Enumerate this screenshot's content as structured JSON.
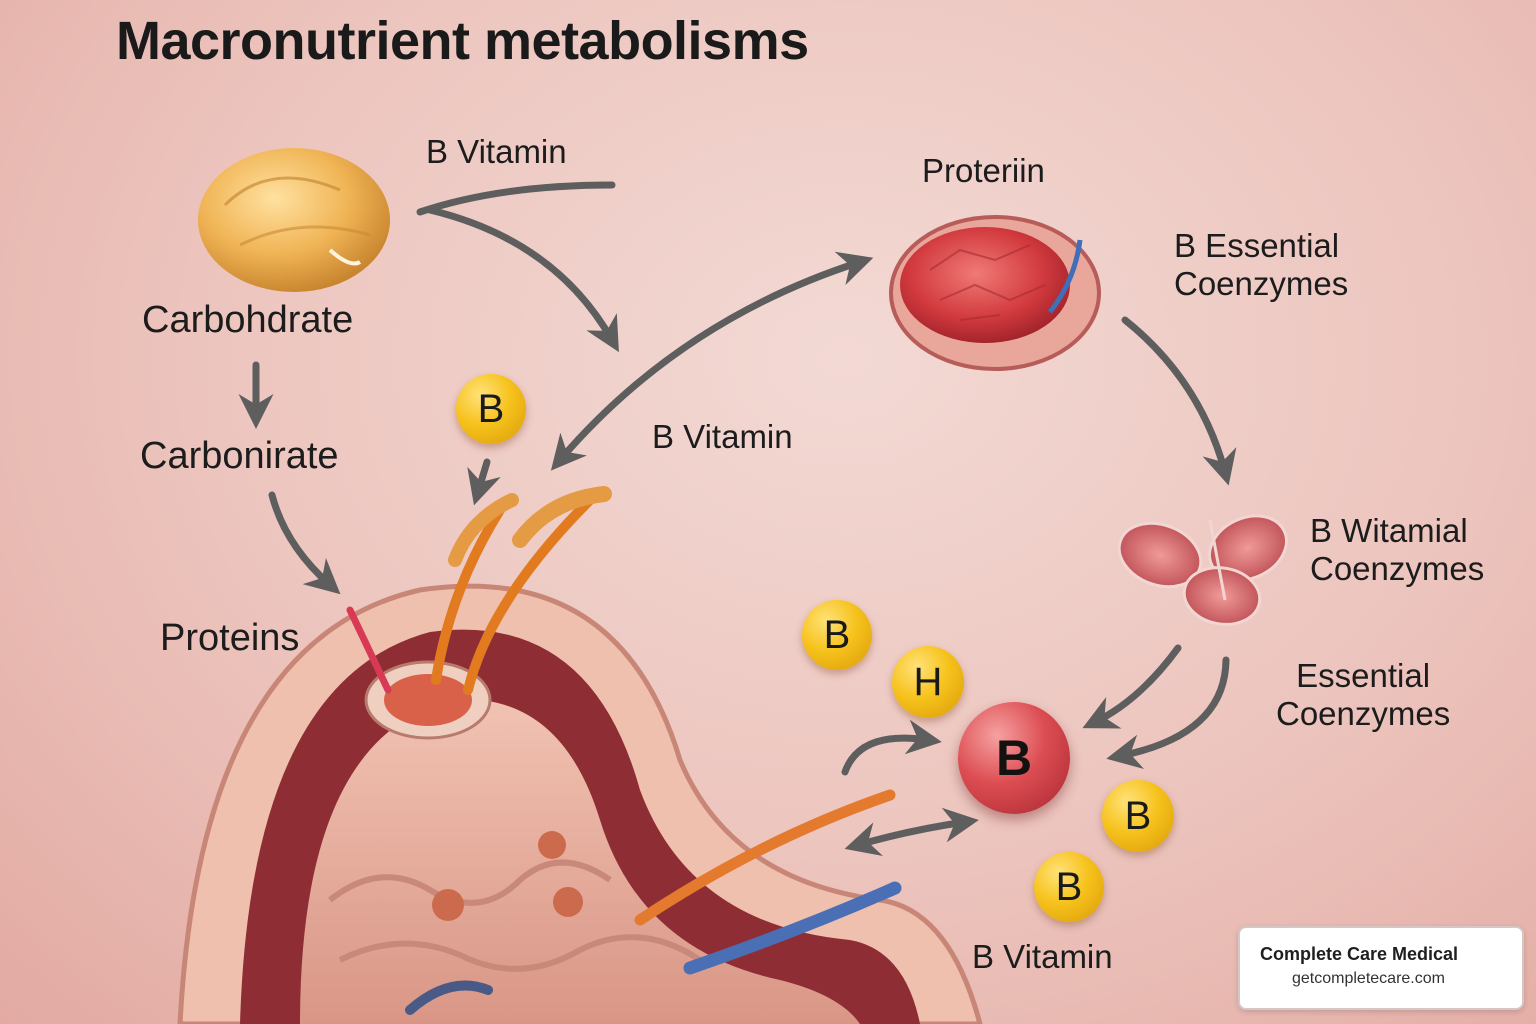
{
  "title": "Macronutrient metabolisms",
  "labels": {
    "b_vitamin_top": "B Vitamin",
    "carbohydrate": "Carbohdrate",
    "carbonirate": "Carbonirate",
    "proteins": "Proteins",
    "protein": "Proteriin",
    "b_essential_coenzymes": [
      "B Essential",
      "Coenzymes"
    ],
    "b_vitamin_mid": "B Vitamin",
    "b_witamial_coenzymes": [
      "B Witamial",
      "Coenzymes"
    ],
    "essential_coenzymes": [
      "Essential",
      "Coenzymes"
    ],
    "b_vitamin_bottom": "B Vitamin"
  },
  "coins": {
    "b1": "B",
    "b2": "B",
    "h": "H",
    "big_b": "B",
    "b3": "B",
    "b4": "B"
  },
  "card": {
    "name": "Complete Care Medical",
    "url": "getcompletecare.com",
    "logo_text": "Complete Care Medical"
  },
  "colors": {
    "arrow": "#5e5e5e",
    "coin_gold": "#f6c21c",
    "coin_red": "#dc4d52",
    "background": "#f3d9d4"
  },
  "icons": [
    "potato-illustration",
    "meat-illustration",
    "muscle-slices-illustration",
    "intestine-cross-section-illustration"
  ]
}
